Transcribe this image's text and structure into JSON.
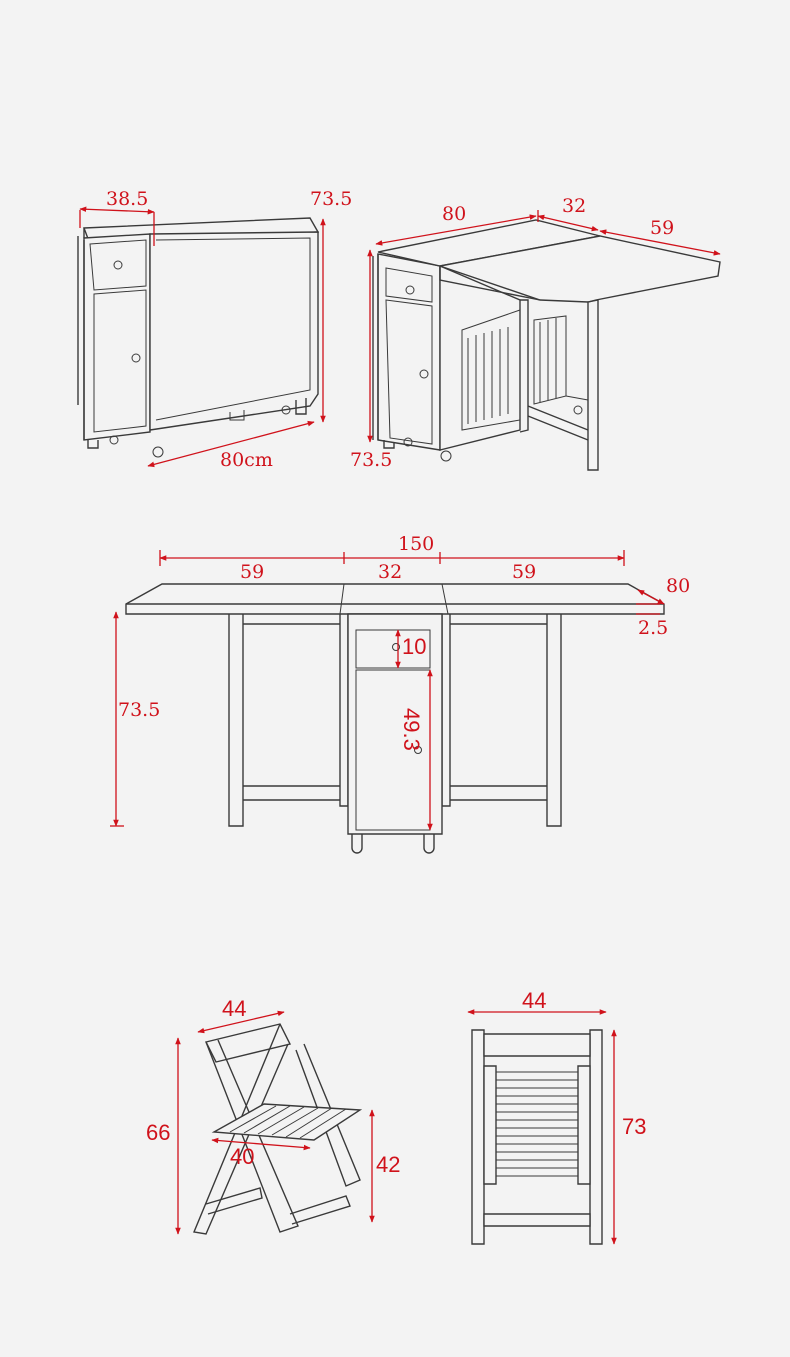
{
  "colors": {
    "background": "#f3f3f3",
    "outline": "#3a3a3a",
    "dimension": "#d0121b"
  },
  "folded_cabinet": {
    "depth": "38.5",
    "height": "73.5",
    "width": "80cm"
  },
  "half_open_table": {
    "length": "80",
    "middle": "32",
    "leaf": "59",
    "height": "73.5"
  },
  "open_table": {
    "total": "150",
    "leaf_left": "59",
    "middle": "32",
    "leaf_right": "59",
    "depth": "80",
    "top_thickness": "2.5",
    "height": "73.5",
    "drawer": "10",
    "cabinet": "49.3"
  },
  "chair_side": {
    "width": "44",
    "height": "66",
    "seat_depth": "40",
    "seat_height": "42"
  },
  "chair_folded": {
    "width": "44",
    "height": "73"
  }
}
